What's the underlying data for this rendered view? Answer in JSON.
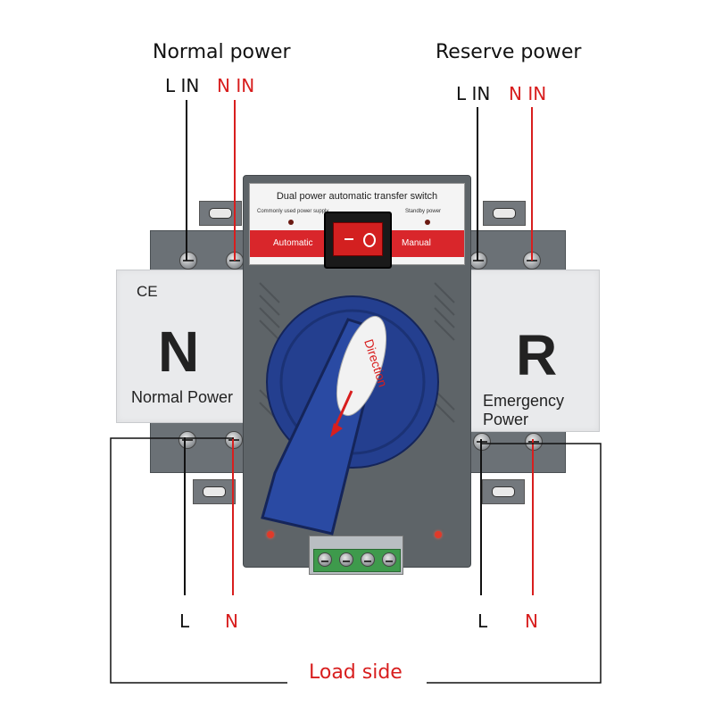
{
  "labels": {
    "normal_power": "Normal power",
    "reserve_power": "Reserve power",
    "l_in": "L IN",
    "n_in": "N IN",
    "l": "L",
    "n": "N",
    "load_side": "Load side"
  },
  "device": {
    "title": "Dual power automatic transfer switch",
    "commonly_used": "Commonly used power supply",
    "standby": "Standby power",
    "automatic": "Automatic",
    "manual": "Manual",
    "ce_mark": "CE",
    "left_letter": "N",
    "left_caption": "Normal Power",
    "right_letter": "R",
    "right_caption": "Emergency Power",
    "handle_text": "Direction"
  },
  "colors": {
    "wire_black": "#111111",
    "wire_red": "#d81e1e",
    "body_gray": "#5e6468",
    "handle_blue": "#243f8f",
    "red_band": "#d9262b"
  }
}
